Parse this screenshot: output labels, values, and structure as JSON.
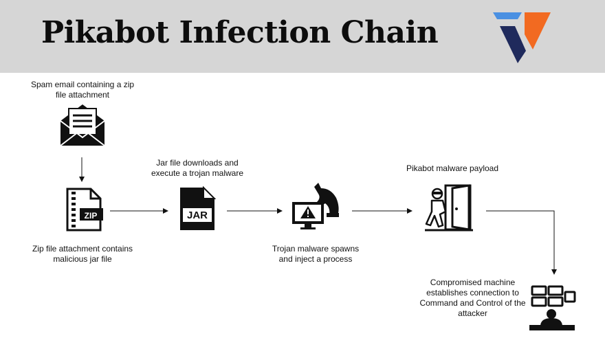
{
  "title": "Pikabot Infection Chain",
  "colors": {
    "header_bg": "#d6d6d6",
    "logo_orange": "#f26a21",
    "logo_blue": "#4a90e2",
    "logo_navy": "#1f2a5c"
  },
  "steps": {
    "email": {
      "label": "Spam email containing a zip file attachment",
      "icon": "envelope-icon"
    },
    "zip": {
      "label": "Zip file attachment contains malicious jar file",
      "icon": "zip-file-icon",
      "badge": "ZIP"
    },
    "jar": {
      "label": "Jar file downloads and execute a trojan malware",
      "icon": "jar-file-icon",
      "badge": "JAR"
    },
    "trojan": {
      "label": "Trojan malware spawns and inject a process",
      "icon": "trojan-horse-monitor-icon"
    },
    "payload": {
      "label": "Pikabot malware payload",
      "icon": "intruder-door-icon"
    },
    "c2": {
      "label": "Compromised machine establishes connection to Command and Control of the attacker",
      "icon": "control-room-icon"
    }
  }
}
